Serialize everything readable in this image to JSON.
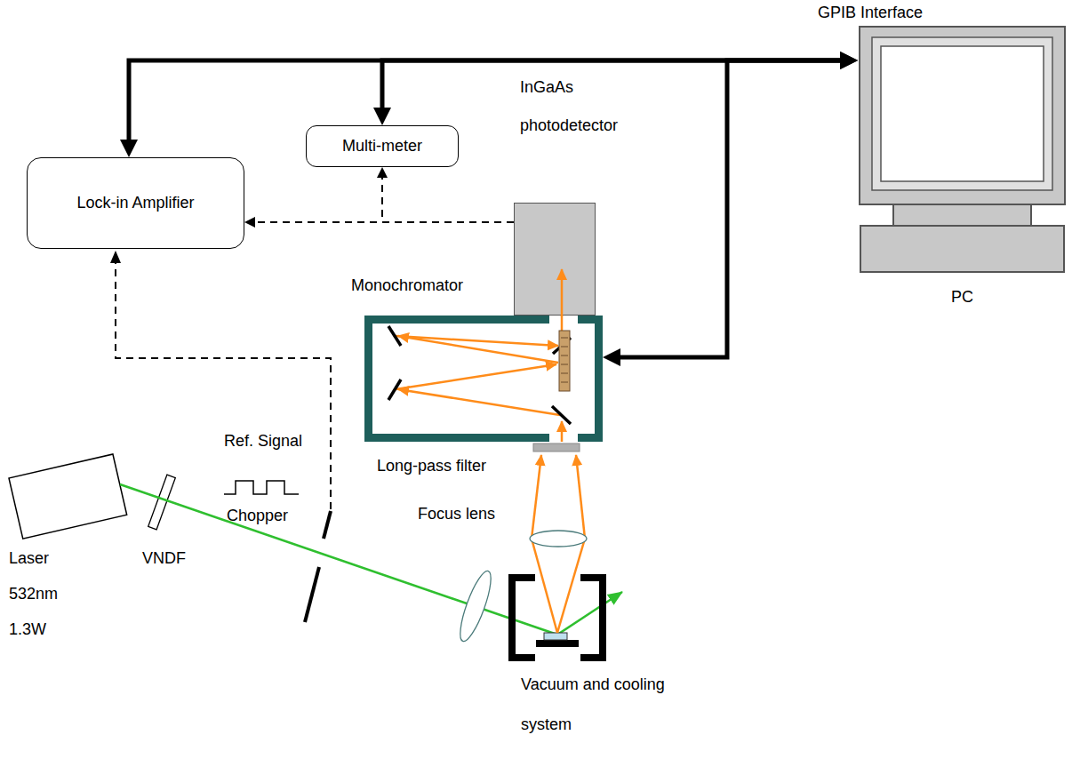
{
  "diagram": {
    "nodes": [
      {
        "text": [
          "Lock-in Amplifier"
        ]
      },
      {
        "text": [
          "Multi-meter"
        ]
      },
      {
        "text": [
          "InGaAs photodetector"
        ]
      },
      {
        "text": [
          "Monochromator"
        ]
      },
      {
        "text": [
          "PC"
        ]
      }
    ],
    "edges": [
      {
        "from": 4,
        "to": 0,
        "arrow": "both"
      },
      {
        "from": 4,
        "to": 1,
        "arrow": "both"
      },
      {
        "from": 4,
        "to": 3,
        "arrow": "both"
      },
      {
        "from": 2,
        "to": 0,
        "arrow": "to"
      },
      {
        "from": 2,
        "to": 1,
        "arrow": "to"
      }
    ],
    "labels": [
      "GPIB Interface",
      "Long-pass filter",
      "Ref. Signal",
      "Chopper",
      "Laser 532nm 1.3W",
      "VNDF",
      "Focus lens",
      "Vacuum and cooling system"
    ]
  }
}
